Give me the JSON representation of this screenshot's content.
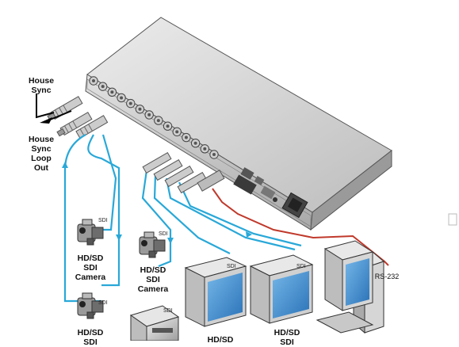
{
  "labels": {
    "house_sync": [
      "House",
      "Sync"
    ],
    "house_sync_loop_out": [
      "House",
      "Sync",
      "Loop",
      "Out"
    ],
    "camera_1": [
      "HD/SD",
      "SDI",
      "Camera"
    ],
    "camera_2": [
      "HD/SD",
      "SDI",
      "Camera"
    ],
    "camera_3": [
      "HD/SD",
      "SDI"
    ],
    "monitor_2": [
      "HD/SD",
      "SDI"
    ],
    "monitor_1_partial": "HD/SD",
    "rs232": "RS-232",
    "sdi_tag": "SDI"
  },
  "colors": {
    "cable_sdi": "#29a8d8",
    "cable_rs232": "#c0392b",
    "device_body": "#d9d9d9",
    "screen": "#3d8fcf"
  }
}
